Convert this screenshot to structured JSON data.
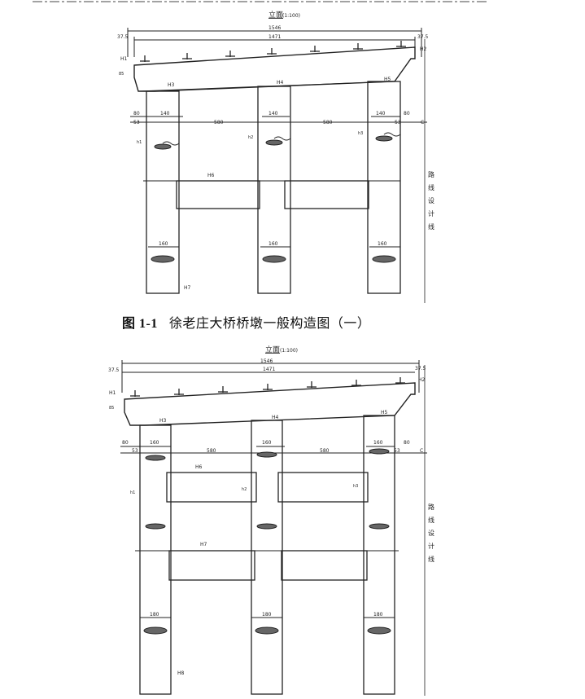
{
  "caption": {
    "figure_number": "图 1-1",
    "title": "徐老庄大桥桥墩一般构造图（一）"
  },
  "drawing1": {
    "title": "立面",
    "scale": "(1:100)",
    "dims": {
      "total": "1546",
      "inner": "1471",
      "left_end": "37.5",
      "right_end": "37.5",
      "left_offset": "80",
      "right_offset": "80",
      "edge_left": "53",
      "edge_right": "53",
      "spacing_1": "580",
      "spacing_2": "580",
      "cap_height": "85",
      "pier_top_1": "140",
      "pier_top_2": "140",
      "pier_top_3": "140",
      "pier_bot_1": "160",
      "pier_bot_2": "160",
      "pier_bot_3": "160"
    },
    "labels": {
      "h1": "H1",
      "h2": "H2",
      "h3": "H3",
      "h4": "H4",
      "h5": "H5",
      "h6": "H6",
      "h7": "H7",
      "c": "C",
      "a": "h1",
      "b": "h2",
      "d": "h3",
      "route": "路线设计线"
    }
  },
  "drawing2": {
    "title": "立面",
    "scale": "(1:100)",
    "dims": {
      "total": "1546",
      "inner": "1471",
      "left_end": "37.5",
      "right_end": "37.5",
      "left_offset": "80",
      "right_offset": "80",
      "edge_left": "53",
      "edge_right": "53",
      "spacing_1": "580",
      "spacing_2": "580",
      "cap_height": "85",
      "pier_top_1": "160",
      "pier_top_2": "160",
      "pier_top_3": "160",
      "pier_bot_1": "180",
      "pier_bot_2": "180",
      "pier_bot_3": "180"
    },
    "labels": {
      "h1": "H1",
      "h2": "H2",
      "h3": "H3",
      "h4": "H4",
      "h5": "H5",
      "h6": "H6",
      "h7": "H7",
      "h8": "H8",
      "c": "C",
      "a": "h1",
      "b": "h2",
      "d": "h3",
      "route": "路线设计线"
    }
  }
}
